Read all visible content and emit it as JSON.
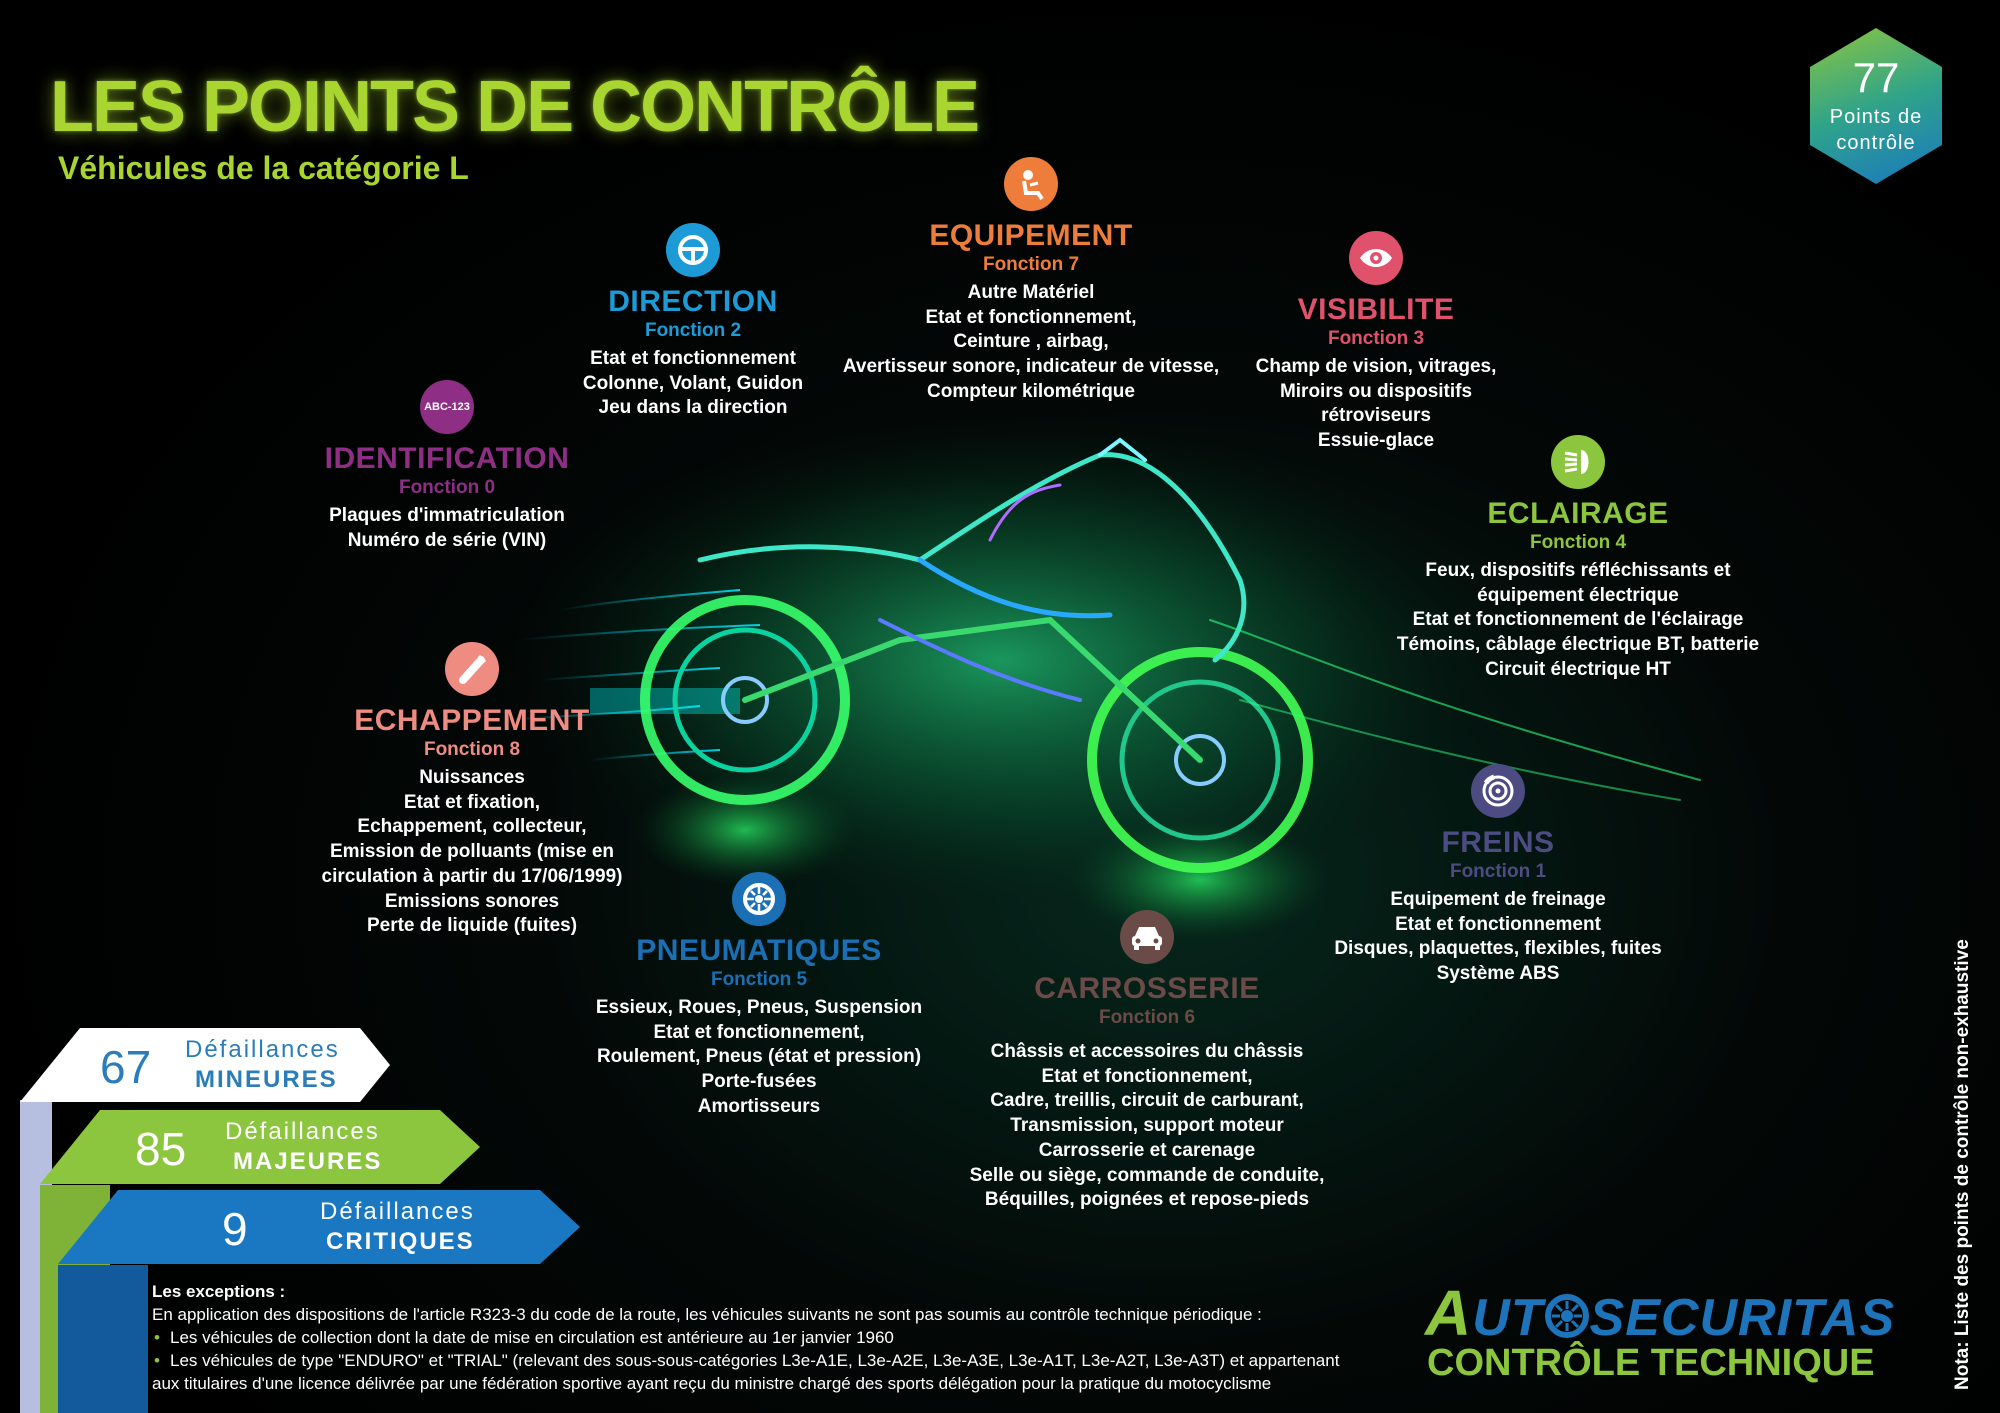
{
  "header": {
    "title": "LES POINTS DE CONTRÔLE",
    "subtitle": "Véhicules de la catégorie L"
  },
  "badge": {
    "number": "77",
    "label": "Points de contrôle"
  },
  "colors": {
    "title": "#a9d531",
    "subtitle": "#a9d531",
    "identification": "#8e2f85",
    "direction": "#1d9bd7",
    "equipement": "#ee7d3c",
    "visibilite": "#e0526c",
    "eclairage": "#8cc63f",
    "echappement": "#ef8c82",
    "pneumatiques": "#1b6fb4",
    "carrosserie": "#6b4b48",
    "freins": "#4c4c82",
    "failures_minor": "#2a7db9",
    "failures_major": "#8cc63f",
    "failures_critical": "#1a77c2",
    "logo_blue": "#1e74bb",
    "logo_green": "#8cc63f"
  },
  "categories": {
    "identification": {
      "icon": "license-plate-icon",
      "icon_text": "ABC-123",
      "name": "IDENTIFICATION",
      "function": "Fonction 0",
      "lines": [
        "Plaques d'immatriculation",
        "Numéro de série (VIN)"
      ]
    },
    "direction": {
      "icon": "steering-wheel-icon",
      "name": "DIRECTION",
      "function": "Fonction 2",
      "lines": [
        "Etat et fonctionnement",
        "Colonne, Volant, Guidon",
        "Jeu dans la direction"
      ]
    },
    "equipement": {
      "icon": "seated-person-icon",
      "name": "EQUIPEMENT",
      "function": "Fonction 7",
      "lines": [
        "Autre Matériel",
        "Etat et fonctionnement,",
        "Ceinture , airbag,",
        "Avertisseur sonore, indicateur de vitesse,",
        "Compteur kilométrique"
      ]
    },
    "visibilite": {
      "icon": "eye-icon",
      "name": "VISIBILITE",
      "function": "Fonction 3",
      "lines": [
        "Champ de vision, vitrages,",
        "Miroirs ou dispositifs",
        "rétroviseurs",
        "Essuie-glace"
      ]
    },
    "eclairage": {
      "icon": "headlight-icon",
      "name": "ECLAIRAGE",
      "function": "Fonction 4",
      "lines": [
        "Feux, dispositifs réfléchissants et",
        "équipement électrique",
        "Etat et fonctionnement de l'éclairage",
        "Témoins, câblage électrique BT, batterie",
        "Circuit électrique HT"
      ]
    },
    "echappement": {
      "icon": "exhaust-pipe-icon",
      "name": "ECHAPPEMENT",
      "function": "Fonction 8",
      "lines": [
        "Nuissances",
        "Etat et fixation,",
        "Echappement, collecteur,",
        "Emission de polluants (mise en",
        "circulation à partir du 17/06/1999)",
        "Emissions sonores",
        "Perte de liquide (fuites)"
      ]
    },
    "pneumatiques": {
      "icon": "tire-icon",
      "name": "PNEUMATIQUES",
      "function": "Fonction 5",
      "lines": [
        "Essieux, Roues, Pneus, Suspension",
        "Etat et fonctionnement,",
        "Roulement,  Pneus (état et pression)",
        "Porte-fusées",
        "Amortisseurs"
      ]
    },
    "carrosserie": {
      "icon": "car-front-icon",
      "name": "CARROSSERIE",
      "function": "Fonction 6",
      "lines": [
        "Châssis et accessoires du châssis",
        "Etat et fonctionnement,",
        "Cadre, treillis, circuit de carburant,",
        "Transmission, support moteur",
        "Carrosserie et carenage",
        "Selle ou siège, commande de conduite,",
        "Béquilles, poignées et repose-pieds"
      ]
    },
    "freins": {
      "icon": "brake-disc-icon",
      "name": "FREINS",
      "function": "Fonction 1",
      "lines": [
        "Equipement de freinage",
        "Etat et fonctionnement",
        "Disques, plaquettes, flexibles, fuites",
        "Système ABS"
      ]
    }
  },
  "failures": [
    {
      "count": "67",
      "word1": "Défaillances",
      "word2": "MINEURES"
    },
    {
      "count": "85",
      "word1": "Défaillances",
      "word2": "MAJEURES"
    },
    {
      "count": "9",
      "word1": "Défaillances",
      "word2": "CRITIQUES"
    }
  ],
  "exceptions": {
    "title": "Les exceptions :",
    "intro": "En application des dispositions de l'article R323-3 du code de la route, les véhicules suivants ne sont pas soumis au contrôle technique périodique :",
    "items": [
      "Les véhicules de collection dont la date de mise en circulation est antérieure au 1er janvier 1960",
      "Les véhicules de type \"ENDURO\" et \"TRIAL\" (relevant des sous-sous-catégories L3e-A1E, L3e-A2E, L3e-A3E, L3e-A1T, L3e-A2T, L3e-A3T) et appartenant",
      "aux titulaires d'une licence délivrée par une fédération sportive ayant reçu du ministre chargé des sports délégation pour la pratique du motocyclisme"
    ]
  },
  "logo": {
    "top_a": "A",
    "top_ut": "UT",
    "top_rest": "SECURITAS",
    "bottom": "CONTRÔLE TECHNIQUE"
  },
  "note": "Nota: Liste des points de contrôle non-exhaustive"
}
